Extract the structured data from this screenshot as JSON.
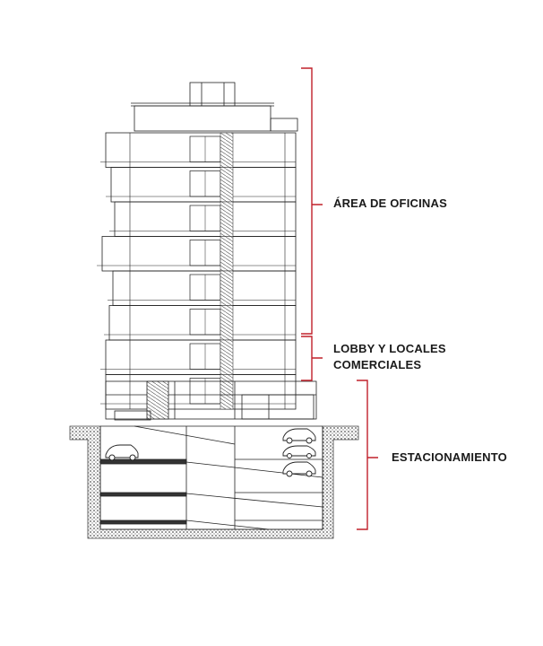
{
  "labels": {
    "offices": "ÁREA DE OFICINAS",
    "lobby_line1": "LOBBY Y LOCALES",
    "lobby_line2": "COMERCIALES",
    "parking": "ESTACIONAMIENTO"
  },
  "colors": {
    "bracket": "#c0202a",
    "line": "#222222",
    "slab": "#333333",
    "ground": "#6a6a6a",
    "text": "#1a1a1a"
  },
  "building": {
    "office_floors": 7,
    "lobby_floors": 1,
    "basement_levels": 3
  }
}
